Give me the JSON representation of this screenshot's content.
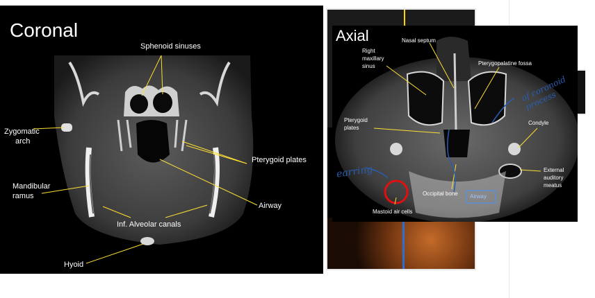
{
  "coronal": {
    "title": "Coronal",
    "labels": {
      "sphenoid": "Sphenoid sinuses",
      "zygomatic_1": "Zygomatic",
      "zygomatic_2": "arch",
      "pterygoid": "Pterygoid plates",
      "mandibular_1": "Mandibular",
      "mandibular_2": "ramus",
      "airway": "Airway",
      "alveolar": "Inf. Alveolar canals",
      "hyoid": "Hyoid"
    }
  },
  "axial": {
    "title": "Axial",
    "labels": {
      "right_1": "Right",
      "right_2": "maxillary",
      "right_3": "sinus",
      "nasal": "Nasal septum",
      "ptpal": "Pterygopalatine fossa",
      "pter_1": "Pterygoid",
      "pter_2": "plates",
      "condyle": "Condyle",
      "ext_1": "External",
      "ext_2": "auditory",
      "ext_3": "meatus",
      "occipital": "Occipital bone",
      "airway": "Airway",
      "mastoid": "Mastoid air cells"
    }
  },
  "annotations": {
    "coronoid": "of coronoid process",
    "earring": "earring"
  },
  "colors": {
    "label": "#ffffff",
    "leader": "#ffe033",
    "ink": "#2a5db0",
    "highlight_circle": "#e01010",
    "airway_box": "#5b8fd6"
  }
}
